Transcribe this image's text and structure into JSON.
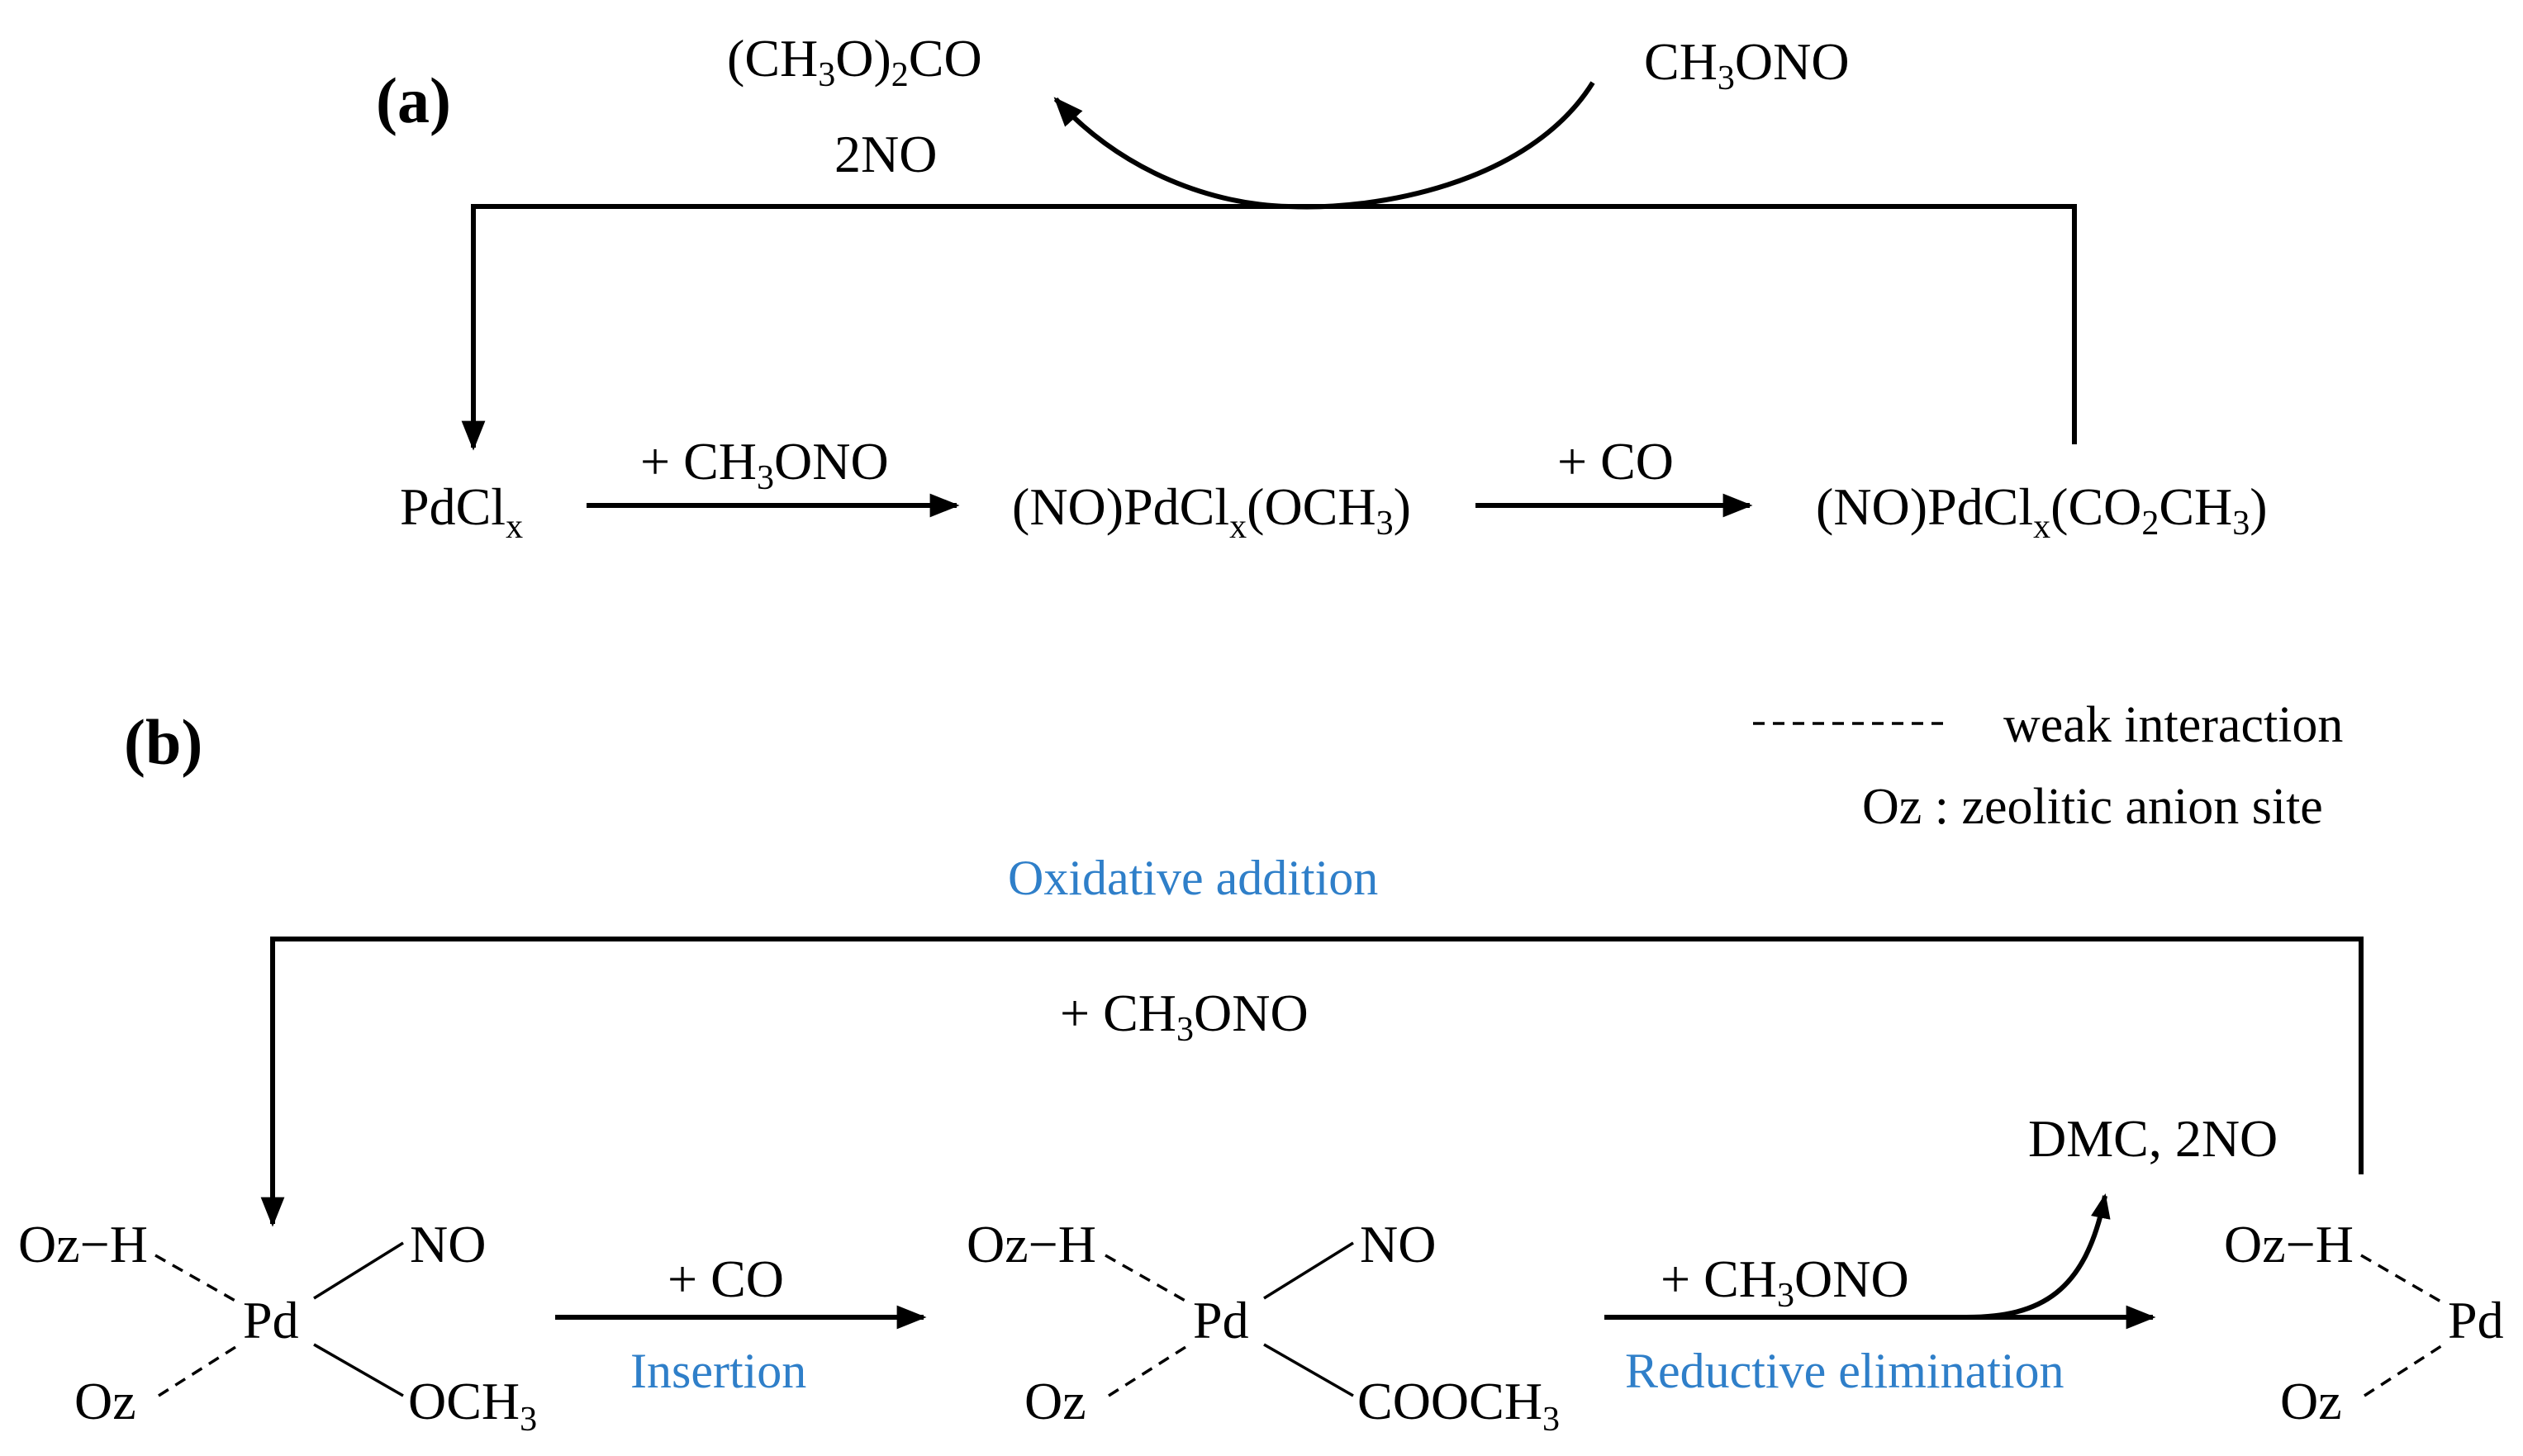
{
  "panel_a": {
    "label": "(a)",
    "nodes": {
      "start": {
        "base": "PdCl",
        "sub": "x"
      },
      "intermediate_1": {
        "p1": "(NO)PdCl",
        "s1": "x",
        "p2": "(OCH",
        "s2": "3",
        "p3": ")"
      },
      "intermediate_2": {
        "p1": "(NO)PdCl",
        "s1": "x",
        "p2": "(CO",
        "s2": "2",
        "p3": "CH",
        "s3": "3",
        "p4": ")"
      }
    },
    "steps": {
      "step_1": {
        "p1": "+ CH",
        "s1": "3",
        "p2": "ONO"
      },
      "step_2": "+ CO"
    },
    "cycle": {
      "reactant": {
        "p1": "CH",
        "s1": "3",
        "p2": "ONO"
      },
      "product_1": {
        "p1": "(CH",
        "s1": "3",
        "p2": "O)",
        "s2": "2",
        "p3": "CO"
      },
      "product_2": "2NO"
    }
  },
  "panel_b": {
    "label": "(b)",
    "legend": {
      "dash_meaning": "weak interaction",
      "oz_meaning": "Oz : zeolitic anion site"
    },
    "oxidative_addition": {
      "label": "Oxidative addition",
      "reagent": {
        "p1": "+ CH",
        "s1": "3",
        "p2": "ONO"
      }
    },
    "complex_1": {
      "oz_h": "Oz−H",
      "pd": "Pd",
      "oz": "Oz",
      "ligand_top": "NO",
      "ligand_bottom": {
        "p1": "OCH",
        "s1": "3"
      }
    },
    "step_insertion": {
      "reagent": "+ CO",
      "label": "Insertion"
    },
    "complex_2": {
      "oz_h": "Oz−H",
      "pd": "Pd",
      "oz": "Oz",
      "ligand_top": "NO",
      "ligand_bottom": {
        "p1": "COOCH",
        "s1": "3"
      }
    },
    "step_elimination": {
      "reagent": {
        "p1": "+ CH",
        "s1": "3",
        "p2": "ONO"
      },
      "label": "Reductive elimination",
      "products": "DMC, 2NO"
    },
    "complex_3": {
      "oz_h": "Oz−H",
      "pd": "Pd",
      "oz": "Oz"
    }
  },
  "colors": {
    "step_label": "#2f7fc9",
    "ink": "#000000"
  }
}
